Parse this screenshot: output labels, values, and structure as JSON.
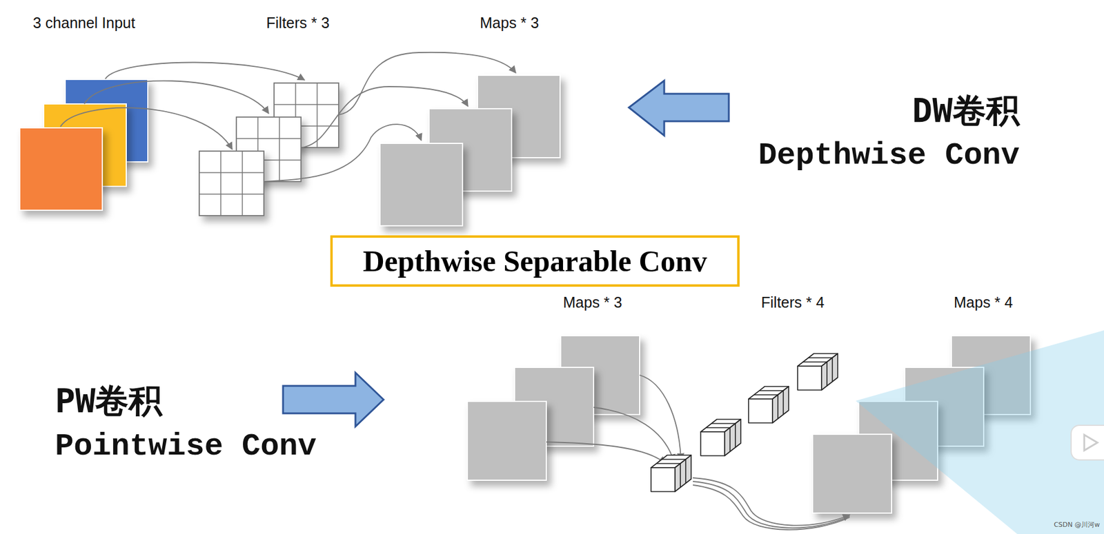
{
  "diagram": {
    "nodes": [
      {
        "text": [
          "Depthwise Separable Conv"
        ]
      }
    ],
    "labels": [
      "3 channel Input",
      "Filters * 3",
      "Maps * 3",
      "DW卷积",
      "Depthwise Conv",
      "Maps * 3",
      "Filters * 4",
      "Maps * 4",
      "PW卷积",
      "Pointwise Conv",
      "CSDN @川河w"
    ]
  }
}
